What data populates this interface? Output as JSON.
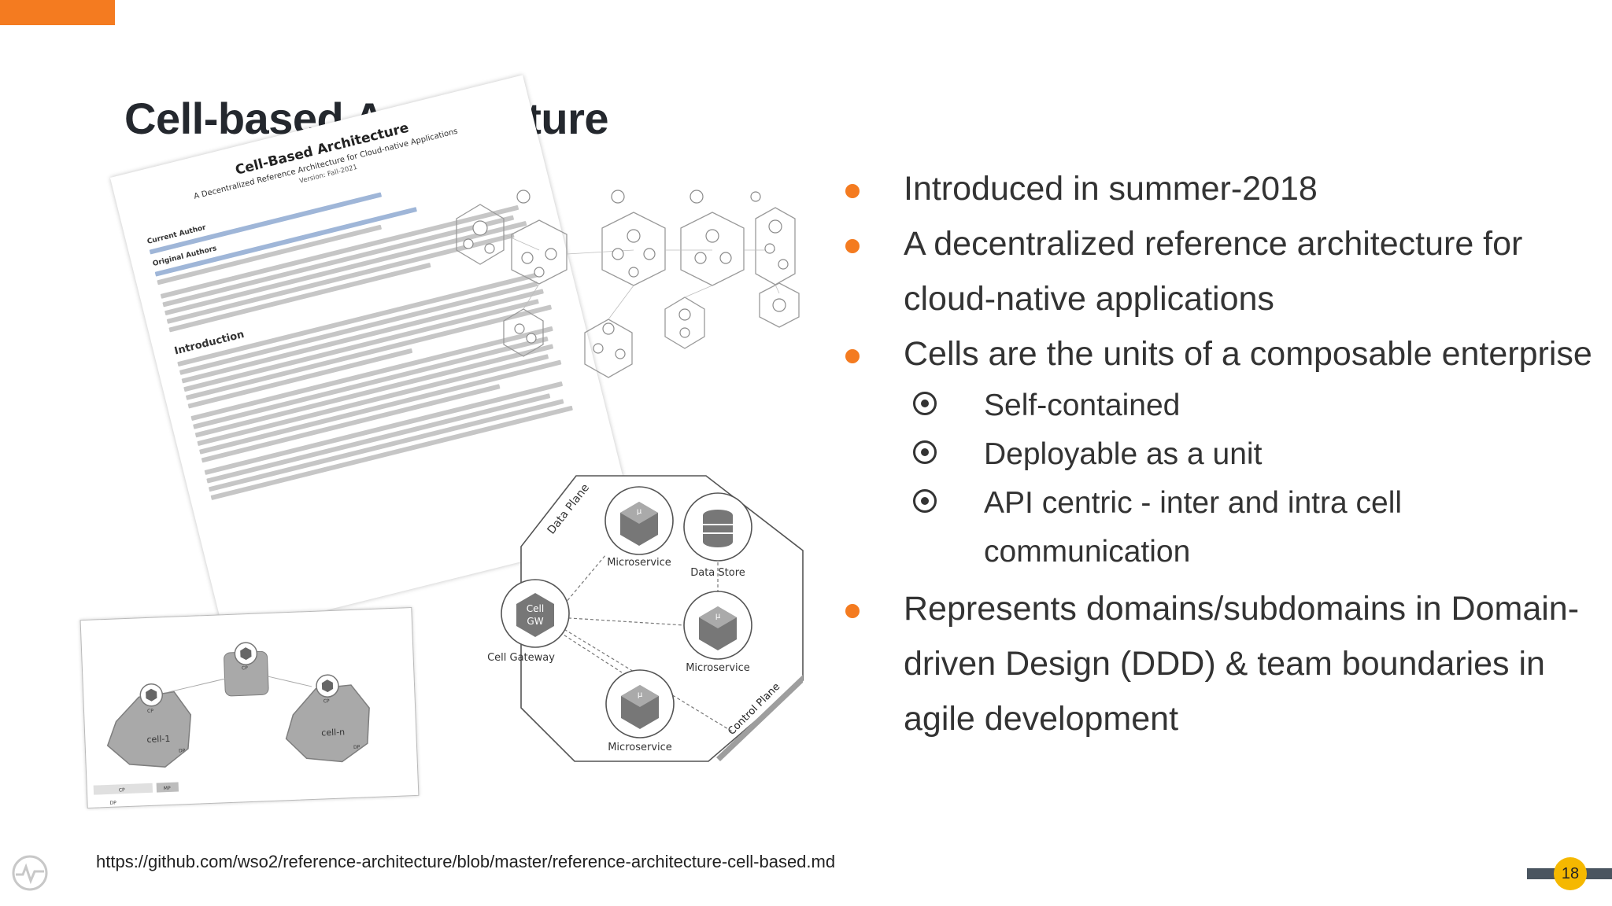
{
  "slide": {
    "title": "Cell-based Architecture",
    "url": "https://github.com/wso2/reference-architecture/blob/master/reference-architecture-cell-based.md",
    "page_number": "18",
    "accent_color": "#f47b20",
    "page_badge_color": "#f5b800"
  },
  "bullets": {
    "b1": "Introduced in summer-2018",
    "b2": "A decentralized reference architecture for cloud-native applications",
    "b3": "Cells are the units of a composable enterprise",
    "sub1": "Self-contained",
    "sub2": "Deployable as a unit",
    "sub3": "API centric - inter and intra cell communication",
    "b4": "Represents domains/subdomains in Domain-driven Design (DDD) & team boundaries in agile development"
  },
  "doc_image": {
    "title": "Cell-Based Architecture",
    "subtitle": "A Decentralized Reference Architecture for Cloud-native Applications",
    "version": "Version: Fall-2021",
    "current_author_heading": "Current Author",
    "original_authors_heading": "Original Authors",
    "intro_heading": "Introduction"
  },
  "cell_diagram": {
    "data_plane": "Data Plane",
    "control_plane": "Control Plane",
    "gateway_label": "Cell Gateway",
    "gw_text_1": "Cell",
    "gw_text_2": "GW",
    "ms_top": "Microservice",
    "datastore": "Data Store",
    "ms_right": "Microservice",
    "ms_bottom": "Microservice"
  },
  "cells_panel": {
    "cell_1": "cell-1",
    "cell_n": "cell-n",
    "cp": "CP",
    "dp": "DP",
    "mp": "MP"
  }
}
